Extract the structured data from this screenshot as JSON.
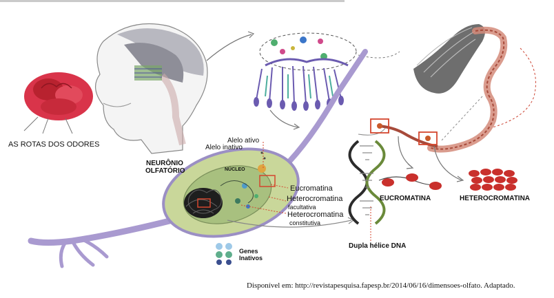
{
  "labels": {
    "odor_routes": "AS ROTAS DOS ODORES",
    "active_allele": "Alelo ativo",
    "inactive_allele": "Alelo inativo",
    "olfactory_neuron_line1": "NEURÔNIO",
    "olfactory_neuron_line2": "OLFATÓRIO",
    "nucleus": "NÚCLEO",
    "euchromatin_small": "Eucromatina",
    "facultative_heterochromatin": "Heterocromatina",
    "facultative_word": "facultativa",
    "constitutive_heterochromatin": "Heterocromatina",
    "constitutive_word": "constitutiva",
    "euchromatin": "EUCROMATINA",
    "heterochromatin": "HETEROCROMATINA",
    "double_helix": "Dupla hélice DNA",
    "inactive_genes_line1": "Genes",
    "inactive_genes_line2": "Inativos"
  },
  "source": "Disponível em: http://revistapesquisa.fapesp.br/2014/06/16/dimensoes-olfato. Adaptado.",
  "colors": {
    "neuron_fill": "#c9d79a",
    "neuron_outline": "#9b8fc4",
    "axon": "#a99ad0",
    "rose": "#d9344a",
    "dna_dark": "#3a3a3a",
    "chromatin_red": "#c9302c",
    "highlight_box": "#d4462e",
    "gene_blue": "#9ec9e8",
    "gene_green": "#5fae8c"
  }
}
